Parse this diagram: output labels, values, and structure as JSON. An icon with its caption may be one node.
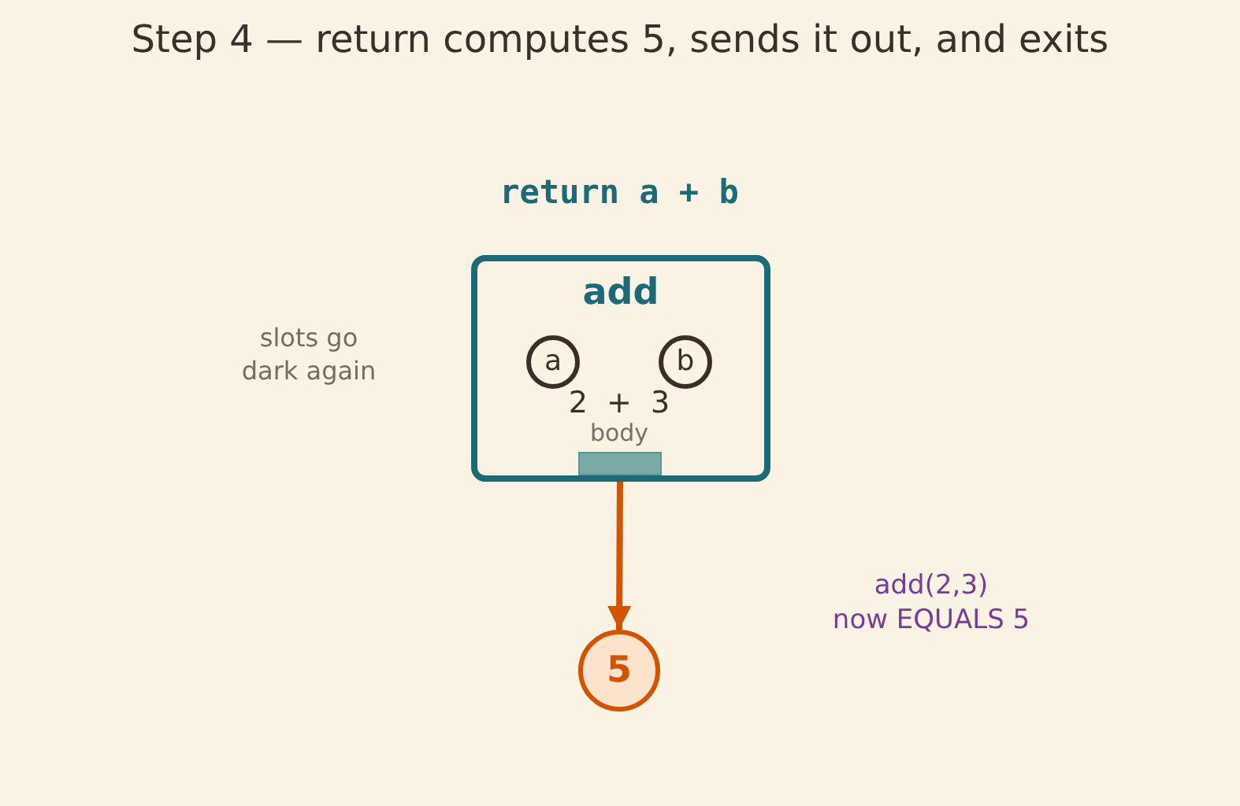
{
  "diagram": {
    "title": "Step 4 — return computes 5, sends it out, and exits",
    "nodes": [
      {
        "text": [
          "add"
        ]
      },
      {
        "text": [
          "a"
        ],
        "in": 0
      },
      {
        "text": [
          "b"
        ],
        "in": 0
      },
      {
        "text": [],
        "shape": "bar",
        "in": 0
      },
      {
        "text": [
          "5"
        ]
      }
    ],
    "edges": [
      {
        "from": 3,
        "to": 4,
        "arrow": "to"
      }
    ],
    "labels": [
      "return a + b",
      "2 + 3",
      "body",
      "slots go dark again",
      "add(2,3) now EQUALS 5"
    ]
  }
}
